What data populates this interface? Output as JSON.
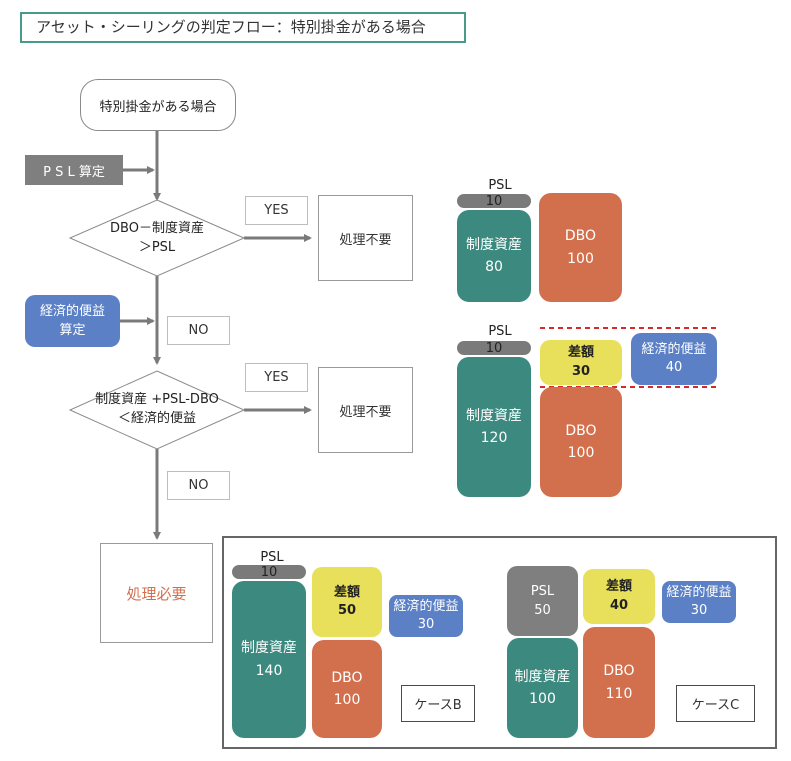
{
  "title": "アセット・シーリングの判定フロー：特別掛金がある場合",
  "flow": {
    "start": "特別掛金がある場合",
    "psl_calc": "P S L 算定",
    "decision1": [
      "DBO－制度資産",
      "＞PSL"
    ],
    "yes1": "YES",
    "result1": "処理不要",
    "econ_calc": [
      "経済的便益",
      "算定"
    ],
    "no1": "NO",
    "decision2": [
      "制度資産 +PSL-DBO",
      "＜経済的便益"
    ],
    "yes2": "YES",
    "result2": "処理不要",
    "no2": "NO",
    "result3": "処理必要"
  },
  "diagrams": {
    "d1": {
      "psl_label": "PSL",
      "psl_value": "10",
      "assets_label": "制度資産",
      "assets_value": "80",
      "dbo_label": "DBO",
      "dbo_value": "100"
    },
    "d2": {
      "psl_label": "PSL",
      "psl_value": "10",
      "assets_label": "制度資産",
      "assets_value": "120",
      "diff_label": "差額",
      "diff_value": "30",
      "econ_label": "経済的便益",
      "econ_value": "40",
      "dbo_label": "DBO",
      "dbo_value": "100"
    },
    "caseB": {
      "name": "ケースB",
      "psl_label": "PSL",
      "psl_value": "10",
      "assets_label": "制度資産",
      "assets_value": "140",
      "diff_label": "差額",
      "diff_value": "50",
      "econ_label": "経済的便益",
      "econ_value": "30",
      "dbo_label": "DBO",
      "dbo_value": "100"
    },
    "caseC": {
      "name": "ケースC",
      "psl_label": "PSL",
      "psl_value": "50",
      "assets_label": "制度資産",
      "assets_value": "100",
      "diff_label": "差額",
      "diff_value": "40",
      "econ_label": "経済的便益",
      "econ_value": "30",
      "dbo_label": "DBO",
      "dbo_value": "110"
    }
  },
  "colors": {
    "teal": "#3c8a7f",
    "orange": "#d2704e",
    "yellow": "#e8e05a",
    "blue": "#5b80c6",
    "grey": "#7f7f7f",
    "red_dash": "#d62a2a",
    "result_text": "#d2704e"
  }
}
